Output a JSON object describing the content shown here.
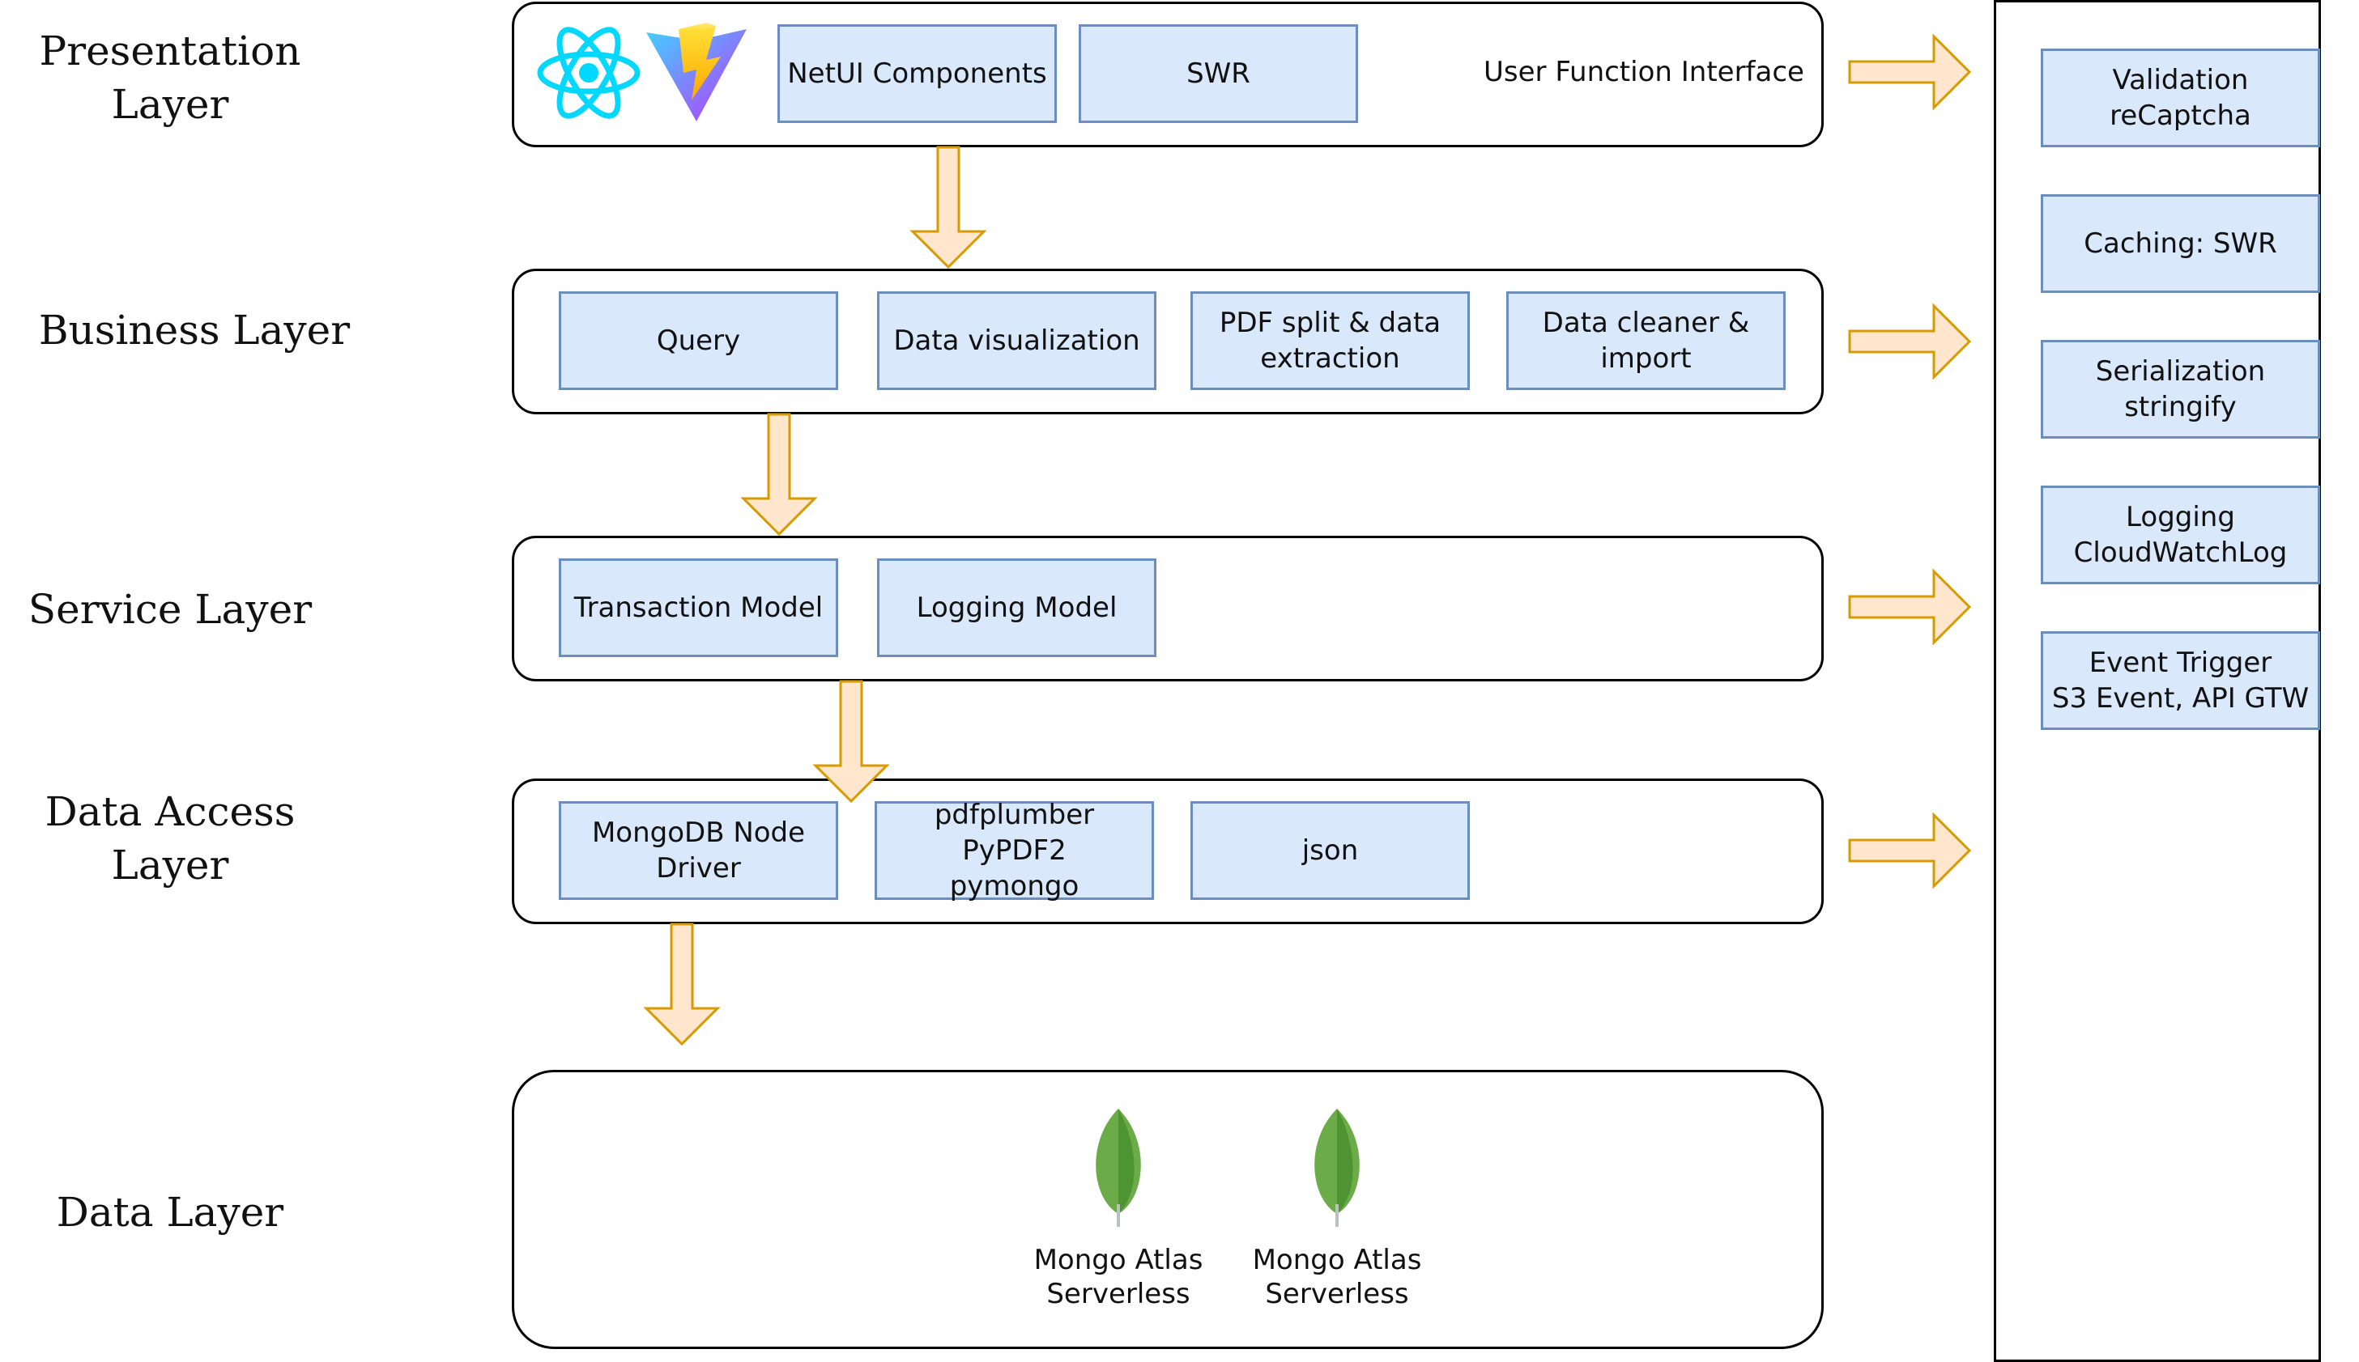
{
  "layers": {
    "presentation": "Presentation\nLayer",
    "business": "Business Layer",
    "service": "Service Layer",
    "data_access": "Data Access\nLayer",
    "data": "Data Layer"
  },
  "presentation": {
    "components": [
      "NetUI Components",
      "SWR"
    ],
    "interface_label": "User Function Interface",
    "icons": [
      "react-icon",
      "vite-icon"
    ]
  },
  "business": {
    "components": [
      "Query",
      "Data visualization",
      "PDF split & data\nextraction",
      "Data cleaner &\nimport"
    ]
  },
  "service": {
    "components": [
      "Transaction Model",
      "Logging Model"
    ]
  },
  "data_access": {
    "components": [
      "MongoDB Node\nDriver",
      "pdfplumber\nPyPDF2\npymongo",
      "json"
    ]
  },
  "data_layer": {
    "databases": [
      "Mongo Atlas\nServerless",
      "Mongo Atlas\nServerless"
    ],
    "icon": "mongodb-leaf-icon"
  },
  "cross_cutting": [
    "Validation\nreCaptcha",
    "Caching: SWR",
    "Serialization\nstringify",
    "Logging\nCloudWatchLog",
    "Event Trigger\nS3 Event, API GTW"
  ],
  "colors": {
    "component_fill": "#dae8fc",
    "component_border": "#6c8ebf",
    "arrow_fill": "#ffe6cc",
    "arrow_stroke": "#d79b00",
    "mongo_green_light": "#6cac48",
    "mongo_green_dark": "#4f9432",
    "react_blue": "#00d8ff"
  }
}
